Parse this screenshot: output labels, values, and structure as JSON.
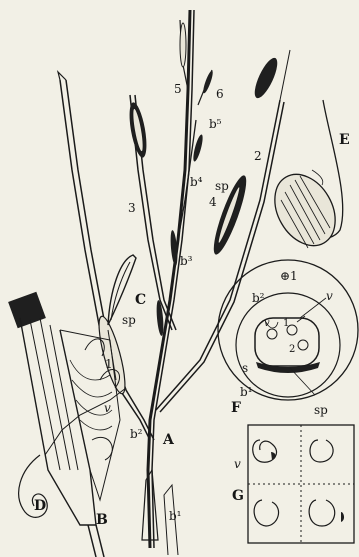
{
  "figure": {
    "panels": [
      "A",
      "B",
      "C",
      "D",
      "E",
      "F",
      "G"
    ],
    "spikelet_numbers": [
      "1",
      "2",
      "3",
      "4",
      "5",
      "6"
    ],
    "bract_labels": [
      "b¹",
      "b²",
      "b³",
      "b⁴",
      "b⁵",
      "b¹",
      "b²"
    ],
    "sp_labels": [
      "sp",
      "sp",
      "sp"
    ],
    "diagram_F": {
      "top_mark": "⊕1",
      "v_label": "v",
      "s_label": "s",
      "sp_label": "sp",
      "inner_numbers": [
        "1",
        "2"
      ],
      "inner_v": "v"
    },
    "diagram_G": {
      "v_label": "v"
    },
    "B_v_label": "v"
  }
}
